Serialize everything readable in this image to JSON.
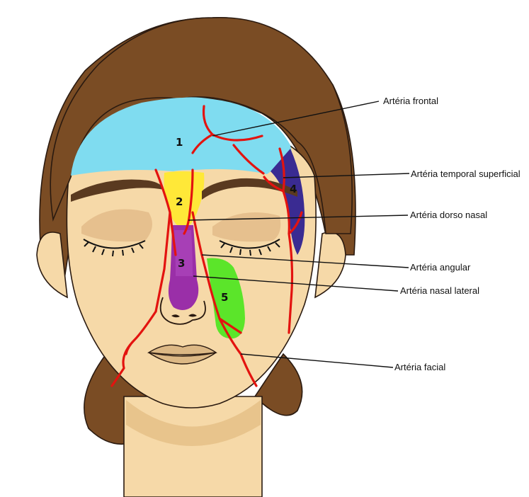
{
  "zones": [
    {
      "id": "zone-1",
      "number": "1",
      "color": "#7fdcf0",
      "region": "forehead"
    },
    {
      "id": "zone-2",
      "number": "2",
      "color": "#ffe838",
      "region": "glabella"
    },
    {
      "id": "zone-3",
      "number": "3",
      "color": "#9a2fa8",
      "region": "nose"
    },
    {
      "id": "zone-4",
      "number": "4",
      "color": "#3a2b92",
      "region": "temple"
    },
    {
      "id": "zone-5",
      "number": "5",
      "color": "#5be52a",
      "region": "nasolabial"
    }
  ],
  "labels": {
    "frontal": "Artéria frontal",
    "temporal": "Artéria temporal superficial",
    "dorso_nasal": "Artéria dorso nasal",
    "angular": "Artéria angular",
    "nasal_lateral": "Artéria nasal lateral",
    "facial": "Artéria facial"
  },
  "colors": {
    "hair": "#7a4c24",
    "hair_dark": "#5e3718",
    "skin": "#f6d9a8",
    "skin_shadow": "#e8c48c",
    "artery": "#e3130f",
    "brow": "#5a3a20",
    "lips": "#dcb885"
  }
}
